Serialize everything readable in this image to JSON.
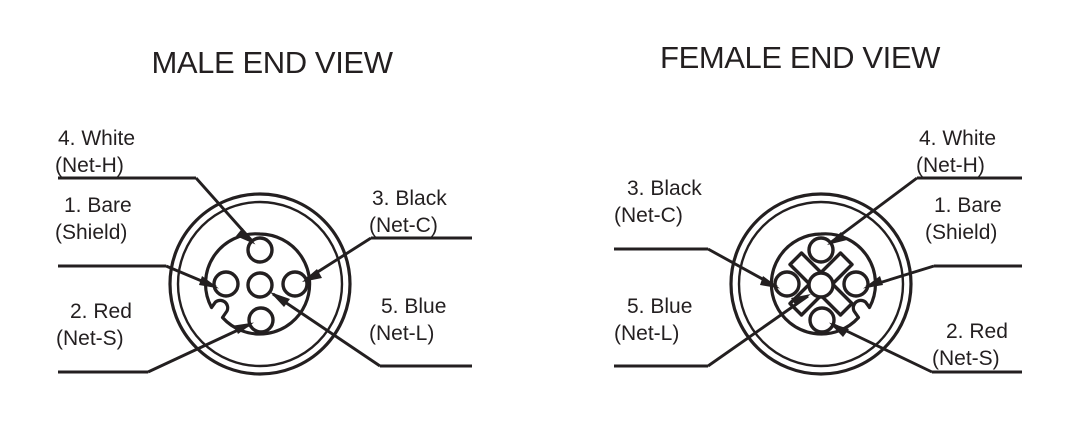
{
  "diagram": {
    "kind": "connector-pinout-end-views",
    "background_color": "#ffffff",
    "ink_color": "#231f20"
  },
  "views": [
    {
      "id": "male",
      "title": "MALE END VIEW",
      "connector_style": "pin-face-with-notch",
      "notch_position": "lower-left",
      "has_cross_key": false,
      "pin_positions": [
        "top",
        "left",
        "center",
        "right",
        "bottom"
      ],
      "labels": [
        {
          "id": "male-4-white",
          "pin": "4",
          "line1": "4. White",
          "line2": "(Net-H)",
          "side": "left",
          "points_to": "top"
        },
        {
          "id": "male-1-bare",
          "pin": "1",
          "line1": "1. Bare",
          "line2": "(Shield)",
          "side": "left",
          "points_to": "left"
        },
        {
          "id": "male-2-red",
          "pin": "2",
          "line1": "2. Red",
          "line2": "(Net-S)",
          "side": "left",
          "points_to": "bottom"
        },
        {
          "id": "male-3-black",
          "pin": "3",
          "line1": "3. Black",
          "line2": "(Net-C)",
          "side": "right",
          "points_to": "right"
        },
        {
          "id": "male-5-blue",
          "pin": "5",
          "line1": "5. Blue",
          "line2": "(Net-L)",
          "side": "right",
          "points_to": "center"
        }
      ]
    },
    {
      "id": "female",
      "title": "FEMALE END VIEW",
      "connector_style": "socket-face-with-cross-key-and-notch",
      "notch_position": "lower-right",
      "has_cross_key": true,
      "pin_positions": [
        "top",
        "left",
        "center",
        "right",
        "bottom"
      ],
      "labels": [
        {
          "id": "female-3-black",
          "pin": "3",
          "line1": "3. Black",
          "line2": "(Net-C)",
          "side": "left",
          "points_to": "left"
        },
        {
          "id": "female-5-blue",
          "pin": "5",
          "line1": "5. Blue",
          "line2": "(Net-L)",
          "side": "left",
          "points_to": "center"
        },
        {
          "id": "female-4-white",
          "pin": "4",
          "line1": "4. White",
          "line2": "(Net-H)",
          "side": "right",
          "points_to": "top"
        },
        {
          "id": "female-1-bare",
          "pin": "1",
          "line1": "1. Bare",
          "line2": "(Shield)",
          "side": "right",
          "points_to": "right"
        },
        {
          "id": "female-2-red",
          "pin": "2",
          "line1": "2. Red",
          "line2": "(Net-S)",
          "side": "right",
          "points_to": "bottom"
        }
      ]
    }
  ],
  "pin_legend": [
    {
      "number": "1",
      "wire_color": "Bare",
      "net": "Shield"
    },
    {
      "number": "2",
      "wire_color": "Red",
      "net": "Net-S"
    },
    {
      "number": "3",
      "wire_color": "Black",
      "net": "Net-C"
    },
    {
      "number": "4",
      "wire_color": "White",
      "net": "Net-H"
    },
    {
      "number": "5",
      "wire_color": "Blue",
      "net": "Net-L"
    }
  ]
}
